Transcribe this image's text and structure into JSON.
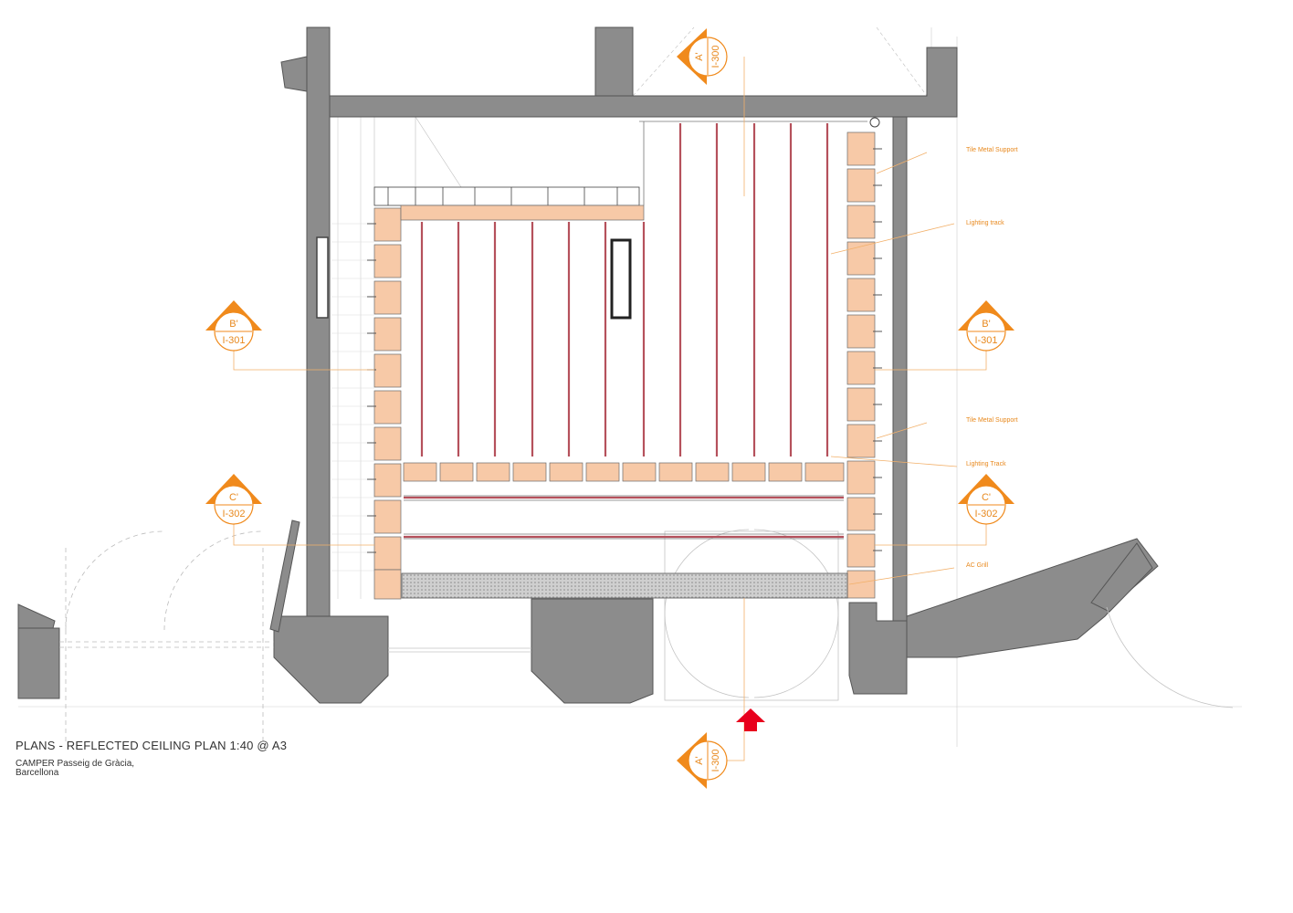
{
  "title": "PLANS - REFLECTED CEILING PLAN 1:40 @ A3",
  "project": {
    "line1": "CAMPER Passeig de Gràcia,",
    "line2": "Barcellona"
  },
  "annotations": [
    "Tile Metal Support",
    "Lighting track",
    "Tile Metal Support",
    "Lighting Track",
    "AC Grill"
  ],
  "section_markers": {
    "a_top": {
      "letter": "A'",
      "sheet": "I-300"
    },
    "a_bottom": {
      "letter": "A'",
      "sheet": "I-300"
    },
    "b_left": {
      "letter": "B'",
      "sheet": "I-301"
    },
    "b_right": {
      "letter": "B'",
      "sheet": "I-301"
    },
    "c_left": {
      "letter": "C'",
      "sheet": "I-302"
    },
    "c_right": {
      "letter": "C'",
      "sheet": "I-302"
    }
  },
  "colors": {
    "wall": "#8c8c8c",
    "wall_stroke": "#555555",
    "tile": "#f7c9a7",
    "track": "#b5515c",
    "marker": "#f08a1c",
    "annotation": "#e8891e",
    "entrance_arrow": "#e8001c"
  },
  "icons": {
    "entrance": "entrance-arrow-icon",
    "section": "section-marker-icon"
  }
}
